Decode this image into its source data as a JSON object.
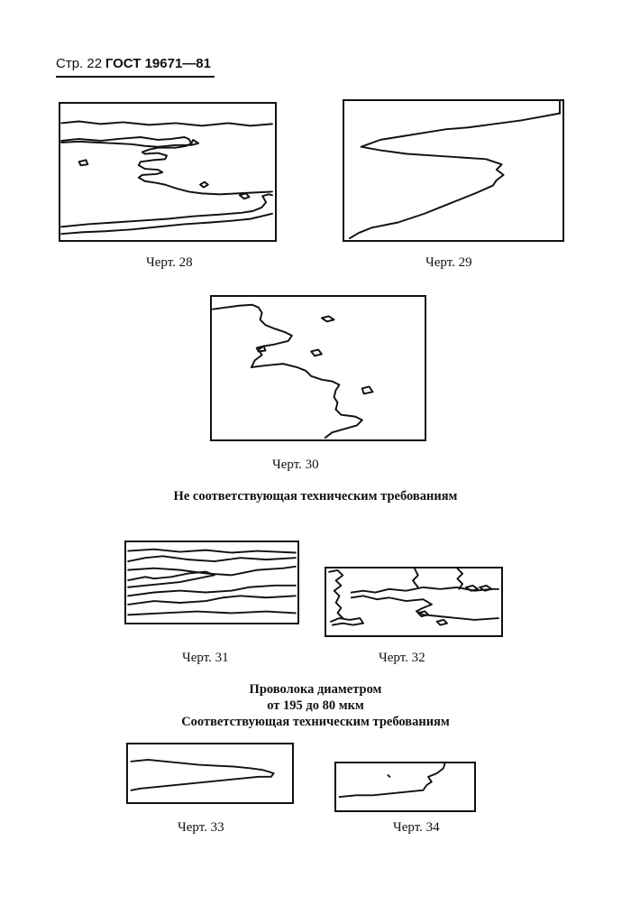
{
  "header": {
    "page_label": "Стр. 22",
    "standard": "ГОСТ 19671—81"
  },
  "figures": {
    "f28": {
      "caption": "Черт. 28"
    },
    "f29": {
      "caption": "Черт. 29"
    },
    "f30": {
      "caption": "Черт. 30"
    },
    "f31": {
      "caption": "Черт. 31"
    },
    "f32": {
      "caption": "Черт. 32"
    },
    "f33": {
      "caption": "Черт. 33"
    },
    "f34": {
      "caption": "Черт. 34"
    }
  },
  "headings": {
    "nonconforming": "Не соответствующая техническим требованиям",
    "wire_line1": "Проволока диаметром",
    "wire_line2": "от 195 до 80 мкм",
    "wire_line3": "Соответствующая техническим требованиям"
  }
}
